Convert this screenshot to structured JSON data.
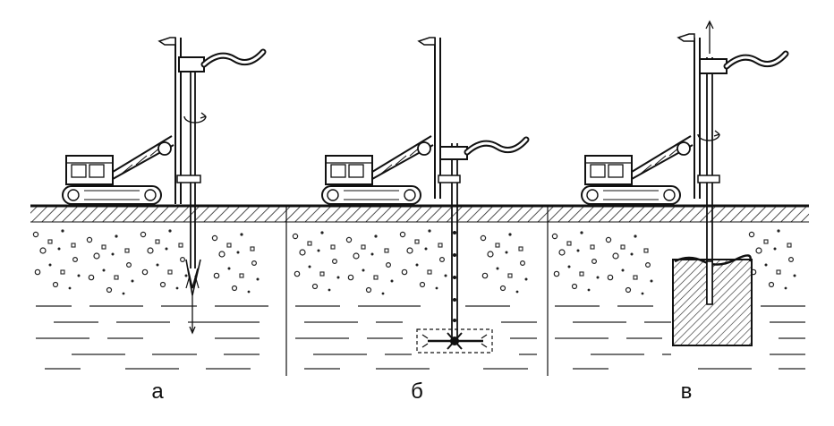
{
  "panels": [
    {
      "id": "a",
      "label": "а"
    },
    {
      "id": "b",
      "label": "б"
    },
    {
      "id": "c",
      "label": "в"
    }
  ],
  "colors": {
    "ink": "#111111",
    "paper": "#ffffff"
  }
}
